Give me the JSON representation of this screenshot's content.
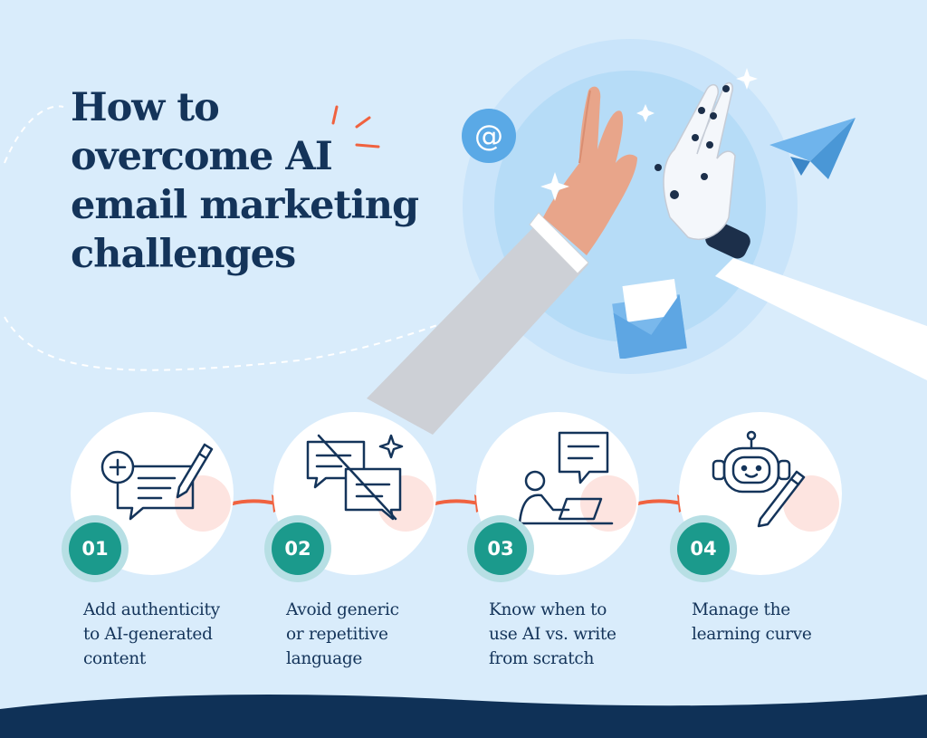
{
  "title": {
    "line1": "How to",
    "line2": "overcome AI",
    "line3": "email marketing",
    "line4": "challenges"
  },
  "steps": [
    {
      "number": "01",
      "label_lines": [
        "Add authenticity",
        "to AI-generated",
        "content"
      ],
      "icon": "edit-message-icon"
    },
    {
      "number": "02",
      "label_lines": [
        "Avoid generic",
        "or repetitive",
        "language"
      ],
      "icon": "crossed-chat-icon"
    },
    {
      "number": "03",
      "label_lines": [
        "Know when to",
        "use AI vs. write",
        "from scratch"
      ],
      "icon": "person-laptop-chat-icon"
    },
    {
      "number": "04",
      "label_lines": [
        "Manage the",
        "learning curve"
      ],
      "icon": "robot-pencil-icon"
    }
  ],
  "colors": {
    "background": "#d9ecfb",
    "navy": "#14345a",
    "teal": "#1b9a8c",
    "arrow": "#f0623f",
    "footer": "#0f3157"
  },
  "decorations": [
    "at-sign-icon",
    "paper-plane-icon",
    "envelope-icon",
    "human-hand",
    "robot-hand",
    "sparkle-icon"
  ]
}
